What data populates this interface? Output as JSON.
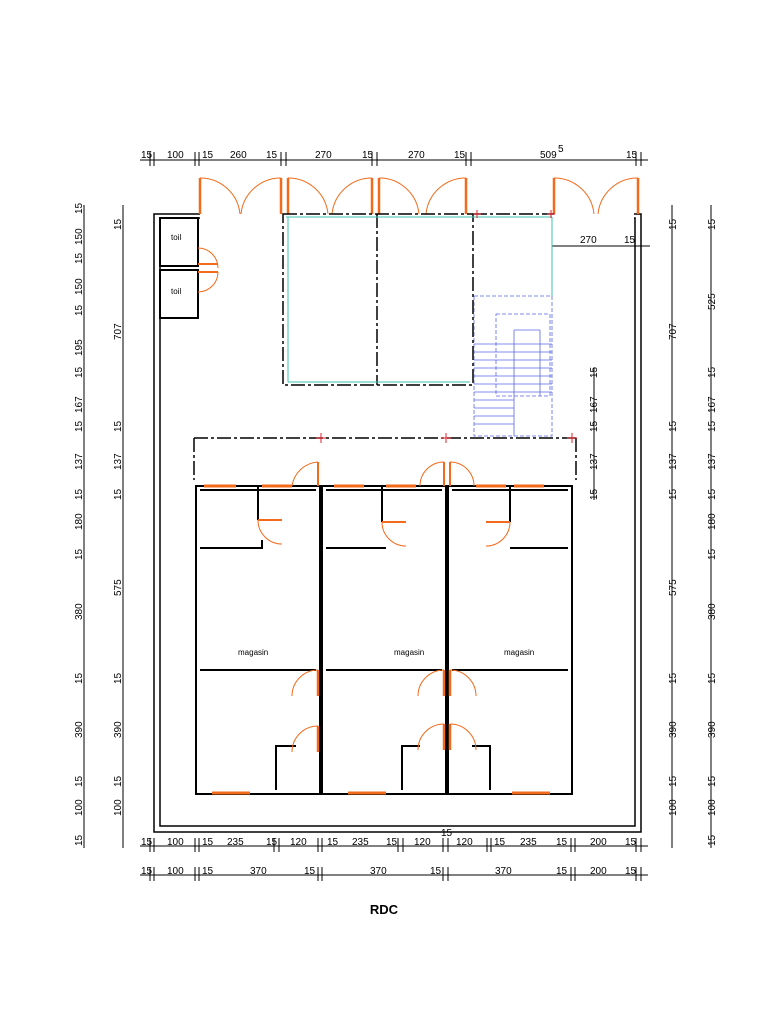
{
  "title": "RDC",
  "rooms": {
    "toilet_label": "toil",
    "shop_label": "magasin"
  },
  "dimensions": {
    "top": [
      "15",
      "100",
      "15",
      "260",
      "15",
      "270",
      "15",
      "270",
      "15",
      "509",
      "15"
    ],
    "top_sup": "5",
    "inner_top": [
      "270",
      "15"
    ],
    "bottom_row1": [
      "15",
      "100",
      "15",
      "235",
      "15",
      "120",
      "15",
      "235",
      "15",
      "120",
      "120",
      "15",
      "235",
      "15",
      "200",
      "15"
    ],
    "bottom_mid": "15",
    "bottom_row2": [
      "15",
      "100",
      "15",
      "370",
      "15",
      "370",
      "15",
      "370",
      "15",
      "200",
      "15"
    ],
    "left_outer": [
      "15",
      "150",
      "15",
      "150",
      "15",
      "195",
      "15",
      "167",
      "15",
      "137",
      "15",
      "180",
      "15",
      "380",
      "15",
      "390",
      "15",
      "100",
      "15"
    ],
    "left_mid": [
      "15",
      "707",
      "15",
      "137",
      "15",
      "575",
      "15",
      "390",
      "15",
      "100"
    ],
    "right_inner": [
      "15",
      "707",
      "15",
      "137",
      "15",
      "575",
      "15",
      "390",
      "15",
      "100"
    ],
    "right_outer": [
      "15",
      "525",
      "15",
      "167",
      "15",
      "137",
      "15",
      "180",
      "15",
      "380",
      "15",
      "390",
      "15",
      "100",
      "15"
    ],
    "mid_stair": [
      "15",
      "167",
      "15",
      "137",
      "15"
    ]
  },
  "colors": {
    "wall": "#000000",
    "door": "#f26a1b",
    "stair": "#5a66e6",
    "glass": "#3fc0b0",
    "marker": "#e0202a"
  }
}
